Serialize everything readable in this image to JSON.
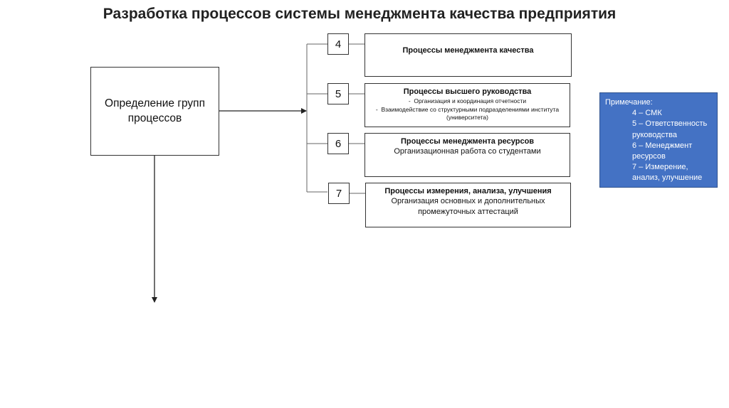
{
  "title": "Разработка процессов системы менеджмента качества предприятия",
  "main_box": {
    "label": "Определение групп процессов"
  },
  "processes": [
    {
      "number": "4",
      "title": "Процессы менеджмента качества",
      "items": [],
      "body": ""
    },
    {
      "number": "5",
      "title": "Процессы высшего руководства",
      "items": [
        "Организация и координация отчетности",
        "Взаимодействие со структурными подразделениями института (университета)"
      ],
      "body": ""
    },
    {
      "number": "6",
      "title": "Процессы менеджмента ресурсов",
      "items": [],
      "body": "Организационная работа со студентами"
    },
    {
      "number": "7",
      "title": "Процессы измерения, анализа, улучшения",
      "items": [],
      "body": "Организация основных и дополнительных промежуточных аттестаций"
    }
  ],
  "note": {
    "heading": "Примечание:",
    "items": [
      "4 – СМК",
      "5 – Ответственность руководства",
      "6 – Менеджмент ресурсов",
      "7 – Измерение, анализ, улучшение"
    ]
  },
  "colors": {
    "note_bg": "#4472c4",
    "line": "#333333"
  }
}
